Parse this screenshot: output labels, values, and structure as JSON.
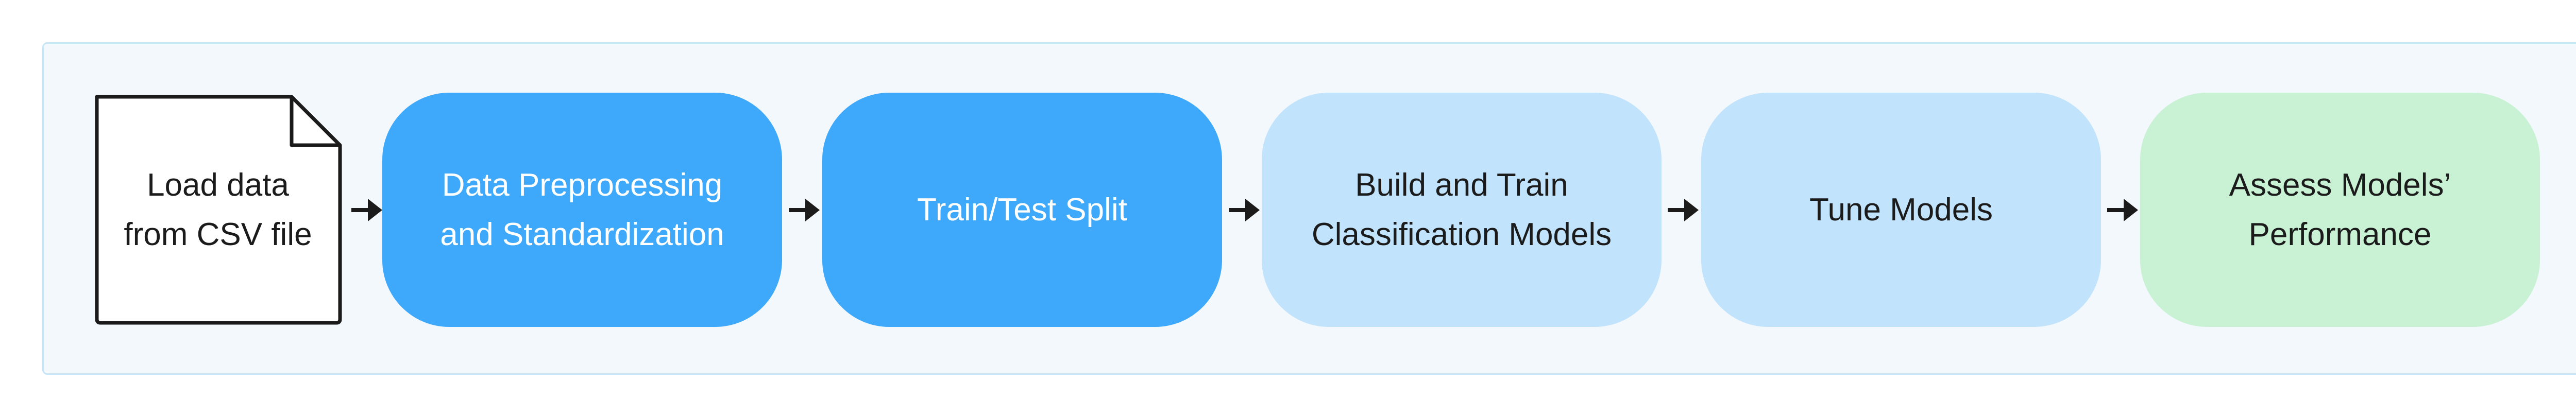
{
  "colors": {
    "panel_bg": "#f3f8fd",
    "panel_border": "#c9e6f7",
    "dark_node": "#3ea9fb",
    "light_node": "#c2e3fc",
    "green_node": "#c9f2d4",
    "arrow": "#1b1b1b"
  },
  "steps": [
    {
      "line1": "Load data",
      "line2": "from CSV file",
      "shape": "document"
    },
    {
      "line1": "Data Preprocessing",
      "line2": "and Standardization",
      "shape": "rounded",
      "style": "dark"
    },
    {
      "line1": "Train/Test Split",
      "line2": "",
      "shape": "rounded",
      "style": "dark"
    },
    {
      "line1": "Build and Train",
      "line2": "Classification Models",
      "shape": "rounded",
      "style": "light"
    },
    {
      "line1": "Tune Models",
      "line2": "",
      "shape": "rounded",
      "style": "light"
    },
    {
      "line1": "Assess Models’",
      "line2": "Performance",
      "shape": "rounded",
      "style": "green"
    }
  ]
}
